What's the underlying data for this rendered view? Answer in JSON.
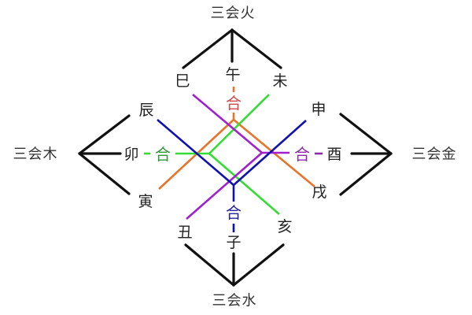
{
  "diagram": {
    "type": "earthly-branches-combinations",
    "groups": [
      {
        "id": "fire",
        "label": "三会火",
        "members": [
          "巳",
          "午",
          "未"
        ]
      },
      {
        "id": "wood",
        "label": "三会木",
        "members": [
          "辰",
          "卯",
          "寅"
        ]
      },
      {
        "id": "metal",
        "label": "三会金",
        "members": [
          "申",
          "酉",
          "戌"
        ]
      },
      {
        "id": "water",
        "label": "三会水",
        "members": [
          "丑",
          "子",
          "亥"
        ]
      }
    ],
    "branches": {
      "si": "巳",
      "wu": "午",
      "wei": "未",
      "chen": "辰",
      "mao": "卯",
      "yin": "寅",
      "shen": "申",
      "you": "酉",
      "xu": "戌",
      "chou": "丑",
      "zi": "子",
      "hai": "亥"
    },
    "combinations": [
      {
        "label": "合",
        "hub": "午",
        "members": [
          "寅",
          "午",
          "戌"
        ],
        "color": "#e8742a",
        "label_color": "#d24a4a"
      },
      {
        "label": "合",
        "hub": "卯",
        "members": [
          "亥",
          "卯",
          "未"
        ],
        "color": "#33dd33",
        "label_color": "#2e9a3a"
      },
      {
        "label": "合",
        "hub": "酉",
        "members": [
          "巳",
          "酉",
          "丑"
        ],
        "color": "#a020d0",
        "label_color": "#8a2aa8"
      },
      {
        "label": "合",
        "hub": "子",
        "members": [
          "申",
          "子",
          "辰"
        ],
        "color": "#1010b0",
        "label_color": "#2222a0"
      }
    ],
    "colors": {
      "group_lines": "#111111",
      "orange": "#e8742a",
      "green": "#33dd33",
      "purple": "#a020d0",
      "blue": "#1010b0"
    }
  }
}
